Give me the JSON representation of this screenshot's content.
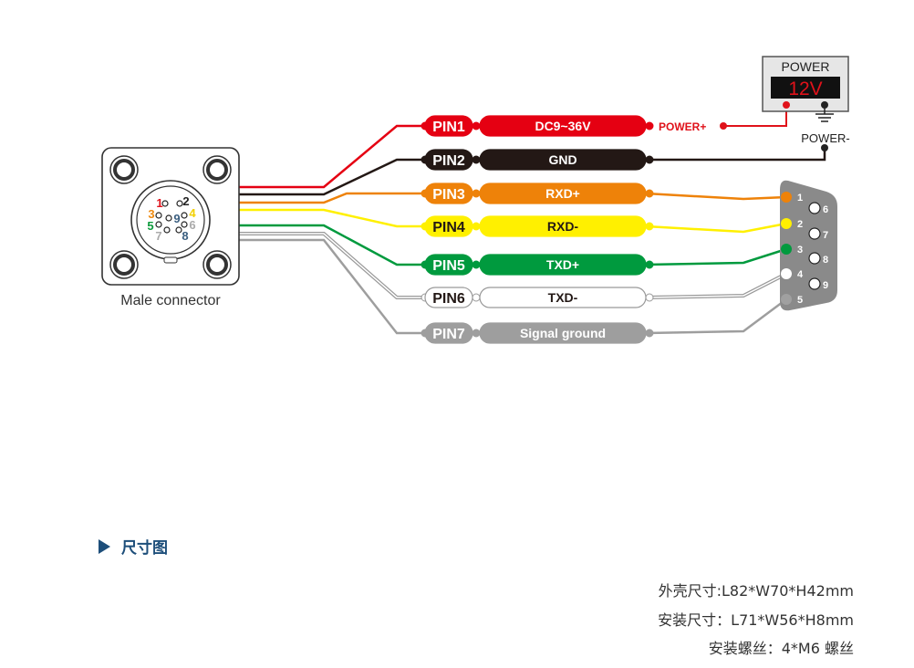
{
  "connector": {
    "label": "Male connector",
    "pin_numbers": [
      {
        "n": "1",
        "color": "#e0121a"
      },
      {
        "n": "2",
        "color": "#222222"
      },
      {
        "n": "3",
        "color": "#ee8a10"
      },
      {
        "n": "4",
        "color": "#f2d000"
      },
      {
        "n": "5",
        "color": "#0d9a3c"
      },
      {
        "n": "6",
        "color": "#aaaaaa"
      },
      {
        "n": "7",
        "color": "#aaaaaa"
      },
      {
        "n": "8",
        "color": "#3b5f80"
      },
      {
        "n": "9",
        "color": "#3b5f80"
      }
    ]
  },
  "pins": [
    {
      "pin": "PIN1",
      "signal": "DC9~36V",
      "color": "#e50012",
      "text": "#ffffff"
    },
    {
      "pin": "PIN2",
      "signal": "GND",
      "color": "#231815",
      "text": "#ffffff"
    },
    {
      "pin": "PIN3",
      "signal": "RXD+",
      "color": "#ee8209",
      "text": "#ffffff"
    },
    {
      "pin": "PIN4",
      "signal": "RXD-",
      "color": "#fff000",
      "text": "#231815"
    },
    {
      "pin": "PIN5",
      "signal": "TXD+",
      "color": "#009a3e",
      "text": "#ffffff"
    },
    {
      "pin": "PIN6",
      "signal": "TXD-",
      "color": "#ffffff",
      "text": "#231815"
    },
    {
      "pin": "PIN7",
      "signal": "Signal ground",
      "color": "#9e9e9e",
      "text": "#ffffff"
    }
  ],
  "power": {
    "title": "POWER",
    "display": "12V",
    "plus_label": "POWER+",
    "minus_label": "POWER-"
  },
  "db9": {
    "pins_top": [
      "1",
      "2",
      "3",
      "4",
      "5"
    ],
    "pins_bottom": [
      "6",
      "7",
      "8",
      "9"
    ]
  },
  "section": {
    "title": "尺寸图"
  },
  "specs": [
    "外壳尺寸:L82*W70*H42mm",
    "安装尺寸：L71*W56*H8mm",
    "安装螺丝：4*M6 螺丝"
  ]
}
